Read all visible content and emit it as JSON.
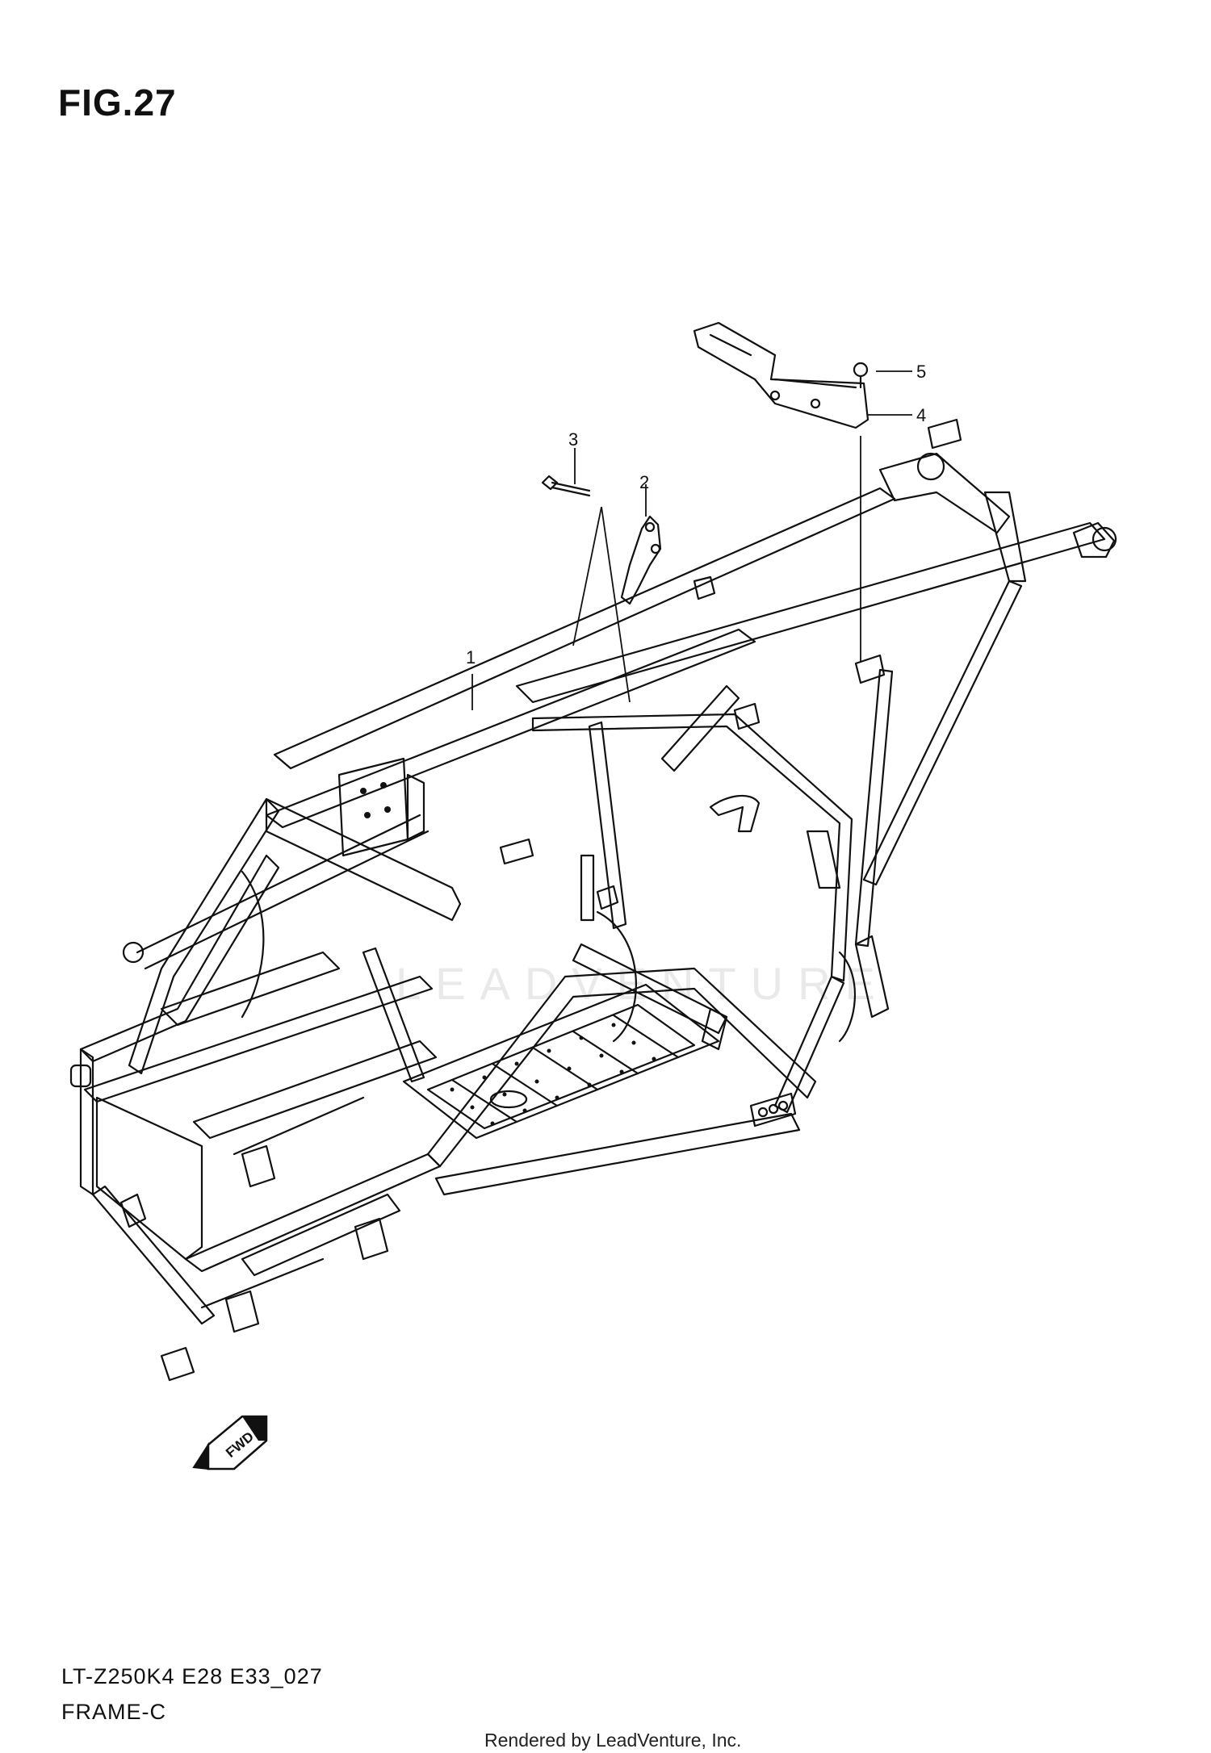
{
  "figure": {
    "title": "FIG.27",
    "model_code": "LT-Z250K4 E28 E33_027",
    "section_name": "FRAME-C",
    "rendered_by": "Rendered by LeadVenture, Inc.",
    "watermark": "LEADVENTURE",
    "fwd_label": "FWD"
  },
  "callouts": [
    {
      "label": "1",
      "part": "frame"
    },
    {
      "label": "2",
      "part": "bracket"
    },
    {
      "label": "3",
      "part": "bolt"
    },
    {
      "label": "4",
      "part": "seat-rail-bracket"
    },
    {
      "label": "5",
      "part": "screw"
    }
  ],
  "icons": [
    "fwd-arrow-icon"
  ],
  "colors": {
    "line": "#111111",
    "background": "#ffffff",
    "watermark": "#e9e9e9"
  }
}
